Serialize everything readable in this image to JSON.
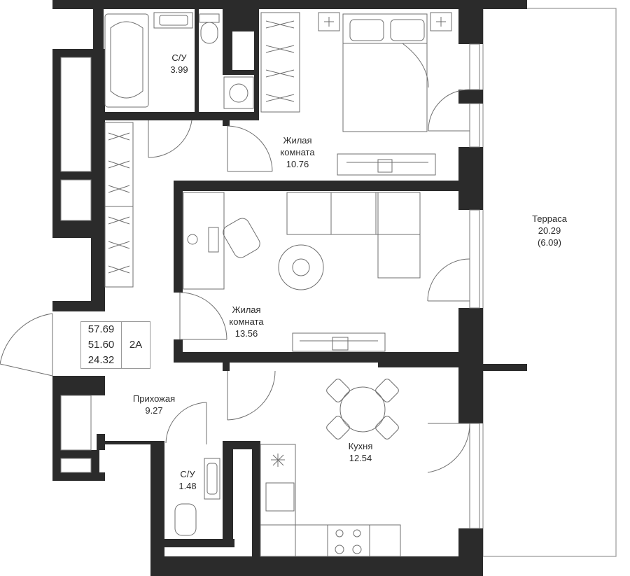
{
  "rooms": {
    "bathroom_1": {
      "name": "С/У",
      "area": "3.99"
    },
    "living_1": {
      "name_line1": "Жилая",
      "name_line2": "комната",
      "area": "10.76"
    },
    "living_2": {
      "name_line1": "Жилая",
      "name_line2": "комната",
      "area": "13.56"
    },
    "terrace": {
      "name": "Терраса",
      "area": "20.29",
      "area_reduced": "(6.09)"
    },
    "hallway": {
      "name": "Прихожая",
      "area": "9.27"
    },
    "bathroom_2": {
      "name": "С/У",
      "area": "1.48"
    },
    "kitchen": {
      "name": "Кухня",
      "area": "12.54"
    }
  },
  "apartment": {
    "total_area": "57.69",
    "net_area": "51.60",
    "living_area": "24.32",
    "type": "2А"
  },
  "colors": {
    "wall": "#2b2b2b",
    "line": "#8c8c8c",
    "furniture": "#6f6f6f"
  }
}
